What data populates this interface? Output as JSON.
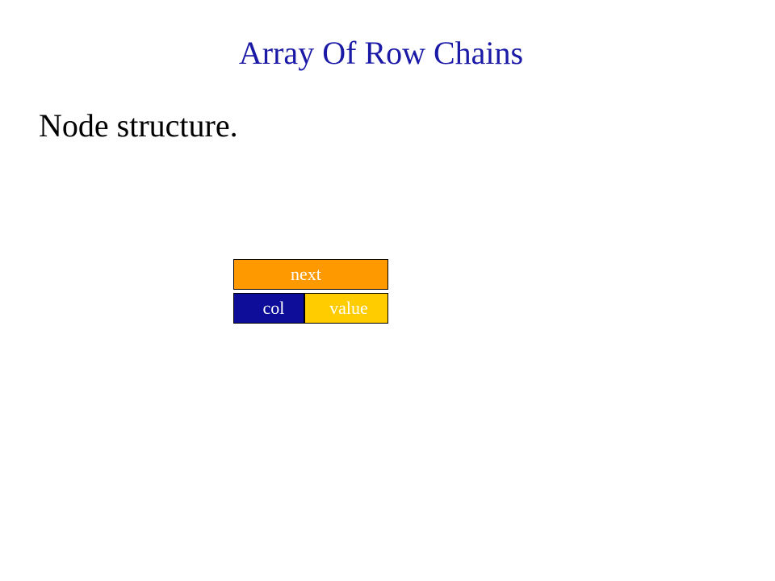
{
  "slide": {
    "title": "Array Of Row Chains",
    "bullet": "Node structure."
  },
  "node": {
    "next": {
      "label": "next",
      "fill": "#ff9900",
      "text_color": "#ffffff"
    },
    "col": {
      "label": "col",
      "fill": "#0d0d9a",
      "text_color": "#ffffff"
    },
    "value": {
      "label": "value",
      "fill": "#ffcc00",
      "text_color": "#ffffff"
    }
  },
  "colors": {
    "title": "#1a1aa6",
    "body_text": "#000000",
    "background": "#ffffff"
  }
}
